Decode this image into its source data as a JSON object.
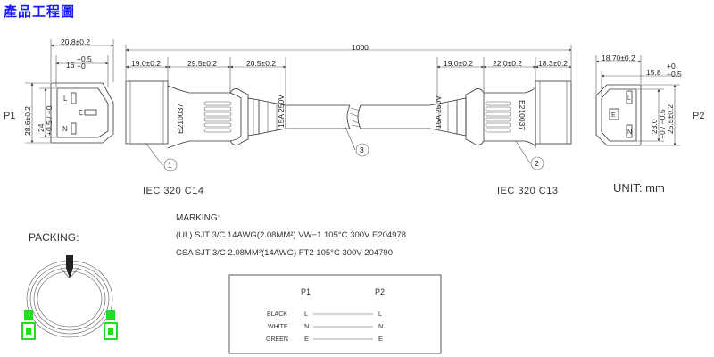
{
  "title": "產品工程圖",
  "length_total": "1000",
  "p1": {
    "label": "P1",
    "top_outer": "20.8±0.2",
    "top_inner": "16",
    "top_inner_tol_plus": "+0.5",
    "top_inner_tol_minus": "−0",
    "side_outer": "28.6±0.2",
    "side_inner": "24",
    "side_inner_tol": "+0.5 / −0",
    "pin_l": "L",
    "pin_n": "N",
    "pin_e": "E"
  },
  "p2": {
    "label": "P2",
    "top_outer": "18.70±0.2",
    "top_inner": "15.8",
    "top_inner_tol_plus": "+0",
    "top_inner_tol_minus": "−0.5",
    "side_inner": "23.0",
    "side_inner_tol": "+0 / −0.5",
    "side_outer": "25.5±0.2",
    "pin_l": "L",
    "pin_n": "N",
    "pin_e": "E"
  },
  "left_dims": [
    "19.0±0.2",
    "29.5±0.2",
    "20.5±0.2"
  ],
  "right_dims": [
    "19.0±0.2",
    "22.0±0.2",
    "18.3±0.2"
  ],
  "connector_left_marking": "E210037",
  "connector_right_marking": "E210037",
  "cord_mark_left": "15A 250V",
  "cord_mark_right": "15A 250V",
  "callouts": [
    "1",
    "2",
    "3"
  ],
  "iec_left": "IEC  320  C14",
  "iec_right": "IEC  320  C13",
  "unit": "UNIT:  mm",
  "marking": {
    "heading": "MARKING:",
    "line1": "(UL)  SJT  3/C  14AWG(2.08MM²)  VW−1  105°C  300V  E204978",
    "line2": "CSA  SJT  3/C  2.08MM²(14AWG)  FT2  105°C  300V  204790"
  },
  "packing": {
    "heading": "PACKING:"
  },
  "wiring": {
    "col1": "P1",
    "col2": "P2",
    "rows": [
      {
        "color": "BLACK",
        "p1": "L",
        "p2": "L"
      },
      {
        "color": "WHITE",
        "p1": "N",
        "p2": "N"
      },
      {
        "color": "GREEN",
        "p1": "E",
        "p2": "E"
      }
    ]
  },
  "colors": {
    "title": "#1a1aff",
    "packing_plug": "#22dd22",
    "line": "#333333"
  }
}
